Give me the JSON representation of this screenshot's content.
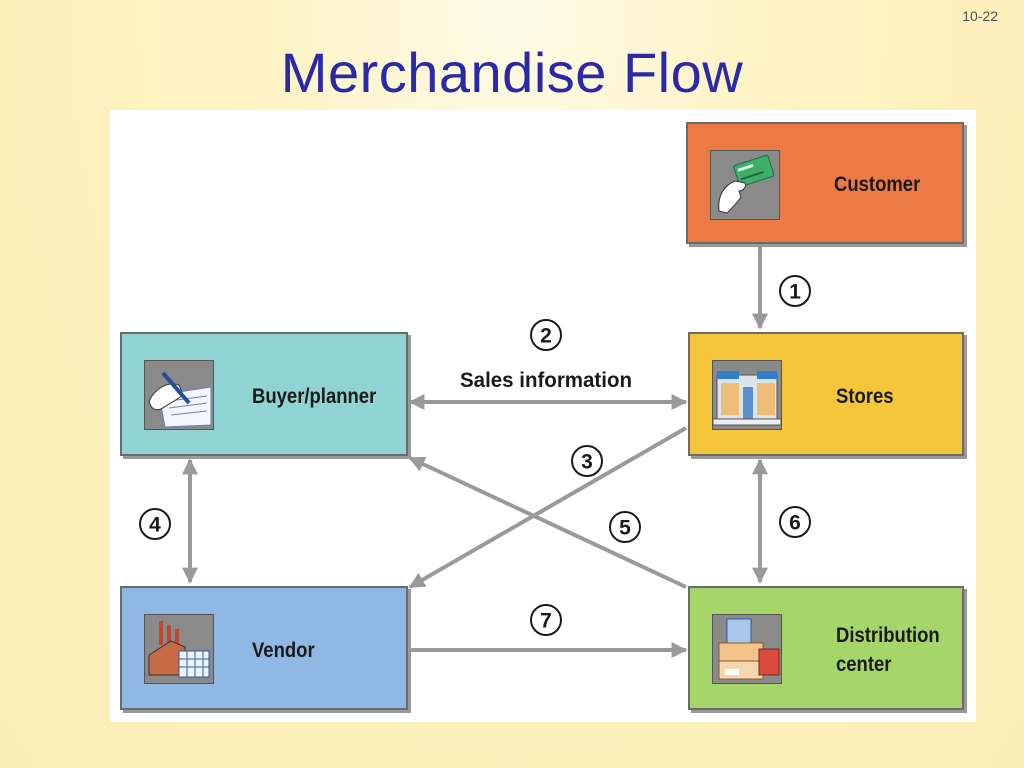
{
  "slide": {
    "number": "10-22",
    "title": "Merchandise Flow"
  },
  "nodes": {
    "customer": {
      "label": "Customer",
      "color": "#ec7a42"
    },
    "stores": {
      "label": "Stores",
      "color": "#f6c63a"
    },
    "buyer": {
      "label": "Buyer/planner",
      "color": "#8fd3d3"
    },
    "vendor": {
      "label": "Vendor",
      "color": "#8fb9e4"
    },
    "distribution": {
      "label_line1": "Distribution",
      "label_line2": "center",
      "color": "#a6d56a"
    }
  },
  "steps": {
    "s1": "1",
    "s2": "2",
    "s3": "3",
    "s4": "4",
    "s5": "5",
    "s6": "6",
    "s7": "7",
    "sales_information": "Sales information"
  },
  "icons": {
    "customer": "credit-card-hand-icon",
    "stores": "storefront-icon",
    "buyer": "hand-writing-icon",
    "vendor": "factory-icon",
    "distribution": "boxes-icon"
  },
  "connector_color": "#9a9a9a"
}
